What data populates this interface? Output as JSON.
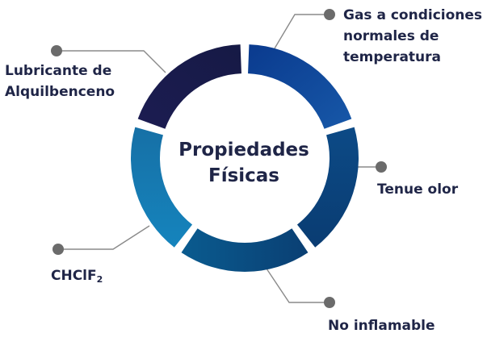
{
  "center": {
    "title": "Propiedades\nFísicas"
  },
  "segments": [
    {
      "id": "gas",
      "label": "Gas a condiciones\nnormales de\ntemperatura",
      "color": "#0d3b8a"
    },
    {
      "id": "olor",
      "label": "Tenue olor",
      "color": "#0d4580"
    },
    {
      "id": "inflamable",
      "label": "No inflamable",
      "color": "#074e7d"
    },
    {
      "id": "chclf2",
      "label": "CHClF",
      "sub": "2",
      "color": "#1a7aae"
    },
    {
      "id": "lubricante",
      "label": "Lubricante de\nAlquilbenceno",
      "color": "#1b1b4f"
    }
  ],
  "colors": {
    "text": "#1f2547",
    "connector": "#8a8a8a",
    "dot": "#6b6b6b"
  }
}
